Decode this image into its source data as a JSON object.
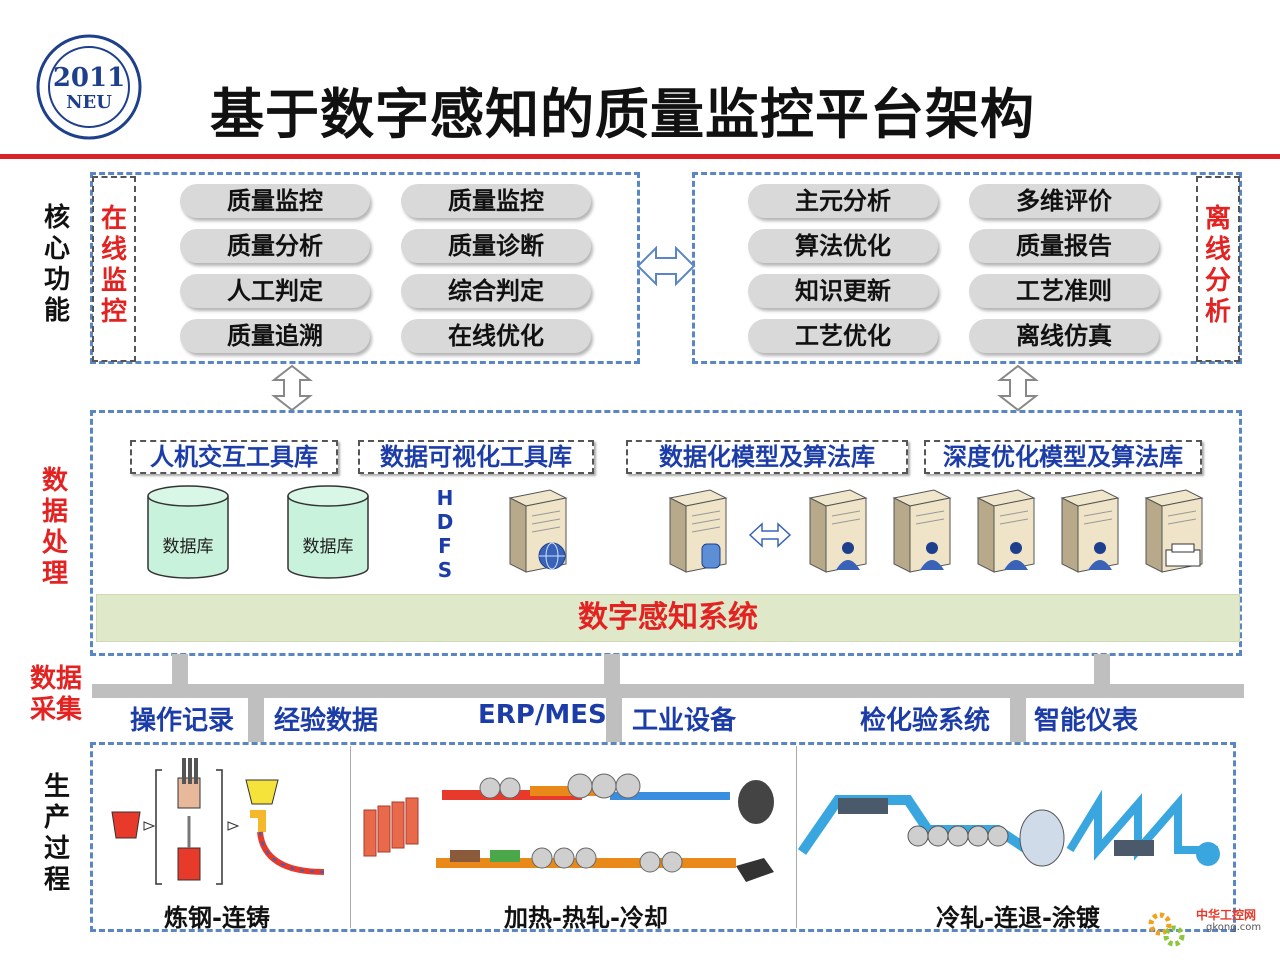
{
  "header": {
    "logo_year": "2011",
    "logo_abbr": "NEU",
    "title": "基于数字感知的质量监控平台架构"
  },
  "rows": {
    "core": "核心功能",
    "processing": "数据处理",
    "collection": "数据采集",
    "production": "生产过程"
  },
  "online": {
    "label": "在线监控",
    "pills": [
      "质量监控",
      "质量监控",
      "质量分析",
      "质量诊断",
      "人工判定",
      "综合判定",
      "质量追溯",
      "在线优化"
    ]
  },
  "offline": {
    "label": "离线分析",
    "pills": [
      "主元分析",
      "多维评价",
      "算法优化",
      "质量报告",
      "知识更新",
      "工艺准则",
      "工艺优化",
      "离线仿真"
    ]
  },
  "libraries": [
    "人机交互工具库",
    "数据可视化工具库",
    "数据化模型及算法库",
    "深度优化模型及算法库"
  ],
  "databases": [
    "数据库",
    "数据库"
  ],
  "hdfs": [
    "H",
    "D",
    "F",
    "S"
  ],
  "system_name": "数字感知系统",
  "sources": [
    "操作记录",
    "经验数据",
    "ERP/MES",
    "工业设备",
    "检化验系统",
    "智能仪表"
  ],
  "processes": [
    "炼钢-连铸",
    "加热-热轧-冷却",
    "冷轧-连退-涂镀"
  ],
  "watermark": {
    "name": "中华工控网",
    "url": "gkong.com"
  },
  "colors": {
    "accent_red": "#d9232b",
    "label_blue": "#1c3da8",
    "dash_blue": "#5b86c4",
    "system_bar": "#dfe8c9"
  }
}
